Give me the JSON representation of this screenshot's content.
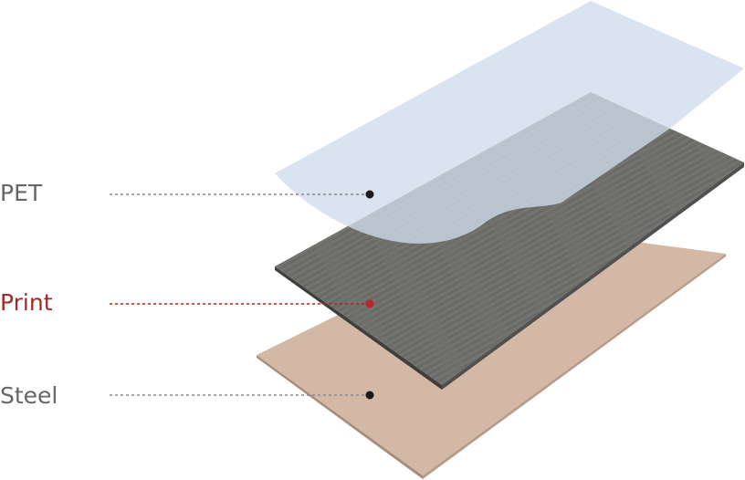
{
  "layers": [
    {
      "label": "PET",
      "color": "#cfdcec",
      "line_color": "#888888",
      "dot_color": "#1a1a1a"
    },
    {
      "label": "Print",
      "color": "#6e6e6a",
      "line_color": "#a3282b",
      "dot_color": "#b8282b"
    },
    {
      "label": "Steel",
      "color": "#d4b8a6",
      "line_color": "#888888",
      "dot_color": "#1a1a1a"
    }
  ]
}
